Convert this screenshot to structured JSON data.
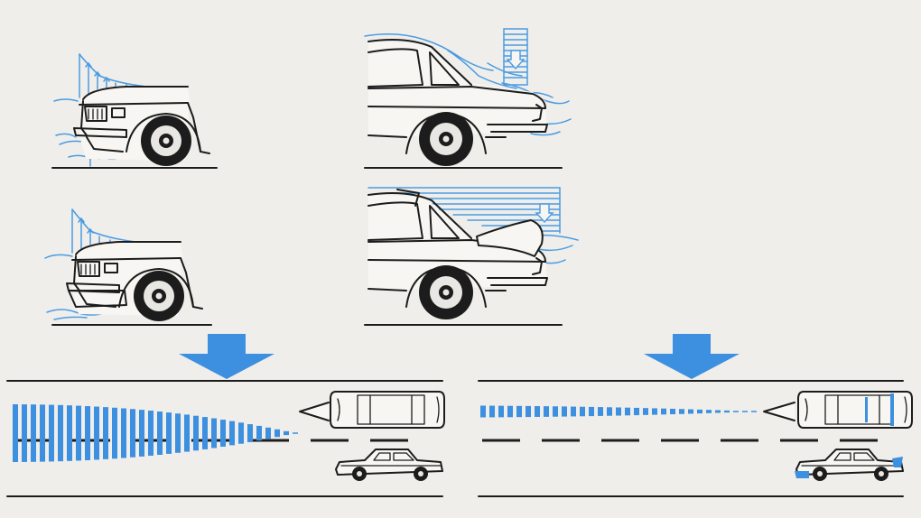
{
  "colors": {
    "background": "#efeeea",
    "ink": "#1c1c1c",
    "airflow_blue": "#4a9be3",
    "arrow_blue": "#3d8fe0",
    "car_body": "#f7f6f2"
  },
  "icons": {
    "transition_arrow": "down-arrow-icon",
    "downforce_arrow": "down-arrow-outline-icon",
    "force_arrow": "up-arrow-icon"
  },
  "panels": [
    {
      "id": "front-standard",
      "view": "front-side",
      "spoiler": false
    },
    {
      "id": "rear-standard",
      "view": "rear-side",
      "spoiler": false
    },
    {
      "id": "front-spoiler",
      "view": "front-side",
      "spoiler": true
    },
    {
      "id": "rear-spoiler",
      "view": "rear-side",
      "spoiler": true
    }
  ],
  "wakes": [
    {
      "id": "wake-standard",
      "relative_width": 1.0
    },
    {
      "id": "wake-aero",
      "relative_width": 0.15
    }
  ]
}
